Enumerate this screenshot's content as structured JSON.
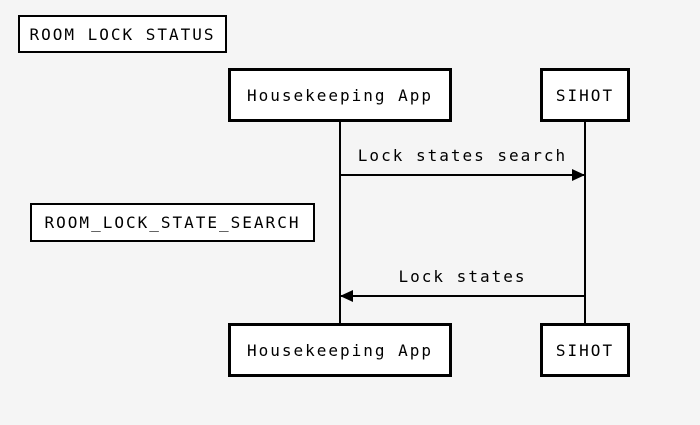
{
  "diagram": {
    "type": "sequence-diagram",
    "title": "ROOM LOCK STATUS",
    "operation_label": "ROOM_LOCK_STATE_SEARCH",
    "participants": [
      {
        "name": "Housekeeping App"
      },
      {
        "name": "SIHOT"
      }
    ],
    "messages": [
      {
        "label": "Lock states search",
        "from": "Housekeeping App",
        "to": "SIHOT",
        "direction": "right"
      },
      {
        "label": "Lock states",
        "from": "SIHOT",
        "to": "Housekeeping App",
        "direction": "left"
      }
    ],
    "colors": {
      "background": "#f5f5f5",
      "box_fill": "#ffffff",
      "line": "#000000",
      "text": "#000000"
    }
  }
}
